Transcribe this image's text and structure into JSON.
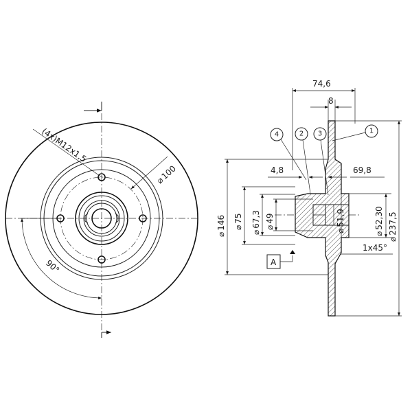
{
  "front_view": {
    "thread_note": "(4x)M12x1,5",
    "bolt_circle_dia": "100",
    "angle": "90°"
  },
  "section_view": {
    "width_total": "74,6",
    "disc_thickness": "8",
    "offset_48": "4,8",
    "offset_698": "69,8",
    "dia_146": "146",
    "dia_75": "75",
    "dia_673": "67,3",
    "dia_49": "49",
    "dia_519": "51,9",
    "dia_5230": "52,30",
    "dia_2375": "237,5",
    "chamfer": "1x45°",
    "datum": "A",
    "diameter_symbol": "⌀"
  },
  "callouts": [
    "1",
    "2",
    "3",
    "4"
  ]
}
